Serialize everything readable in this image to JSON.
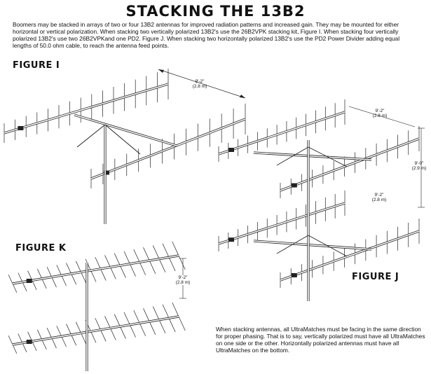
{
  "title": "STACKING THE 13B2",
  "intro": "Boomers may be stacked in arrays of two or four 13B2 antennas for improved radiation patterns and increased gain. They may be mounted for either horizontal or vertical polarization. When stacking two vertically polarized 13B2's use the 26B2VPK stacking kit, Figure I. When stacking four vertically polarized 13B2's use two 26B2VPKand one PD2. Figure J. When stacking two horizontally polarized 13B2's use the PD2 Power Divider adding equal lengths of 50.0 ohm cable, to reach the antenna feed points.",
  "figures": {
    "i": {
      "label": "FIGURE I",
      "dim": "9'-2\"",
      "dim_metric": "(2.8 m)"
    },
    "j": {
      "label": "FIGURE J",
      "dim_top": "9'-2\"",
      "dim_top_metric": "(2.8 m)",
      "dim_side": "9'-0\"",
      "dim_side_metric": "(2.9 m)",
      "dim_mid": "9'-2\"",
      "dim_mid_metric": "(2.8 m)"
    },
    "k": {
      "label": "FIGURE K",
      "dim": "9'-2\"",
      "dim_metric": "(2.8 m)"
    }
  },
  "note": "When stacking antennas, all UltraMatches must be facing in the same direction for proper phasing. That is to say, vertically polarized must have all UltraMatches on one side or the other. Horizontally polarized antennas must have all UltraMatches on the bottom."
}
